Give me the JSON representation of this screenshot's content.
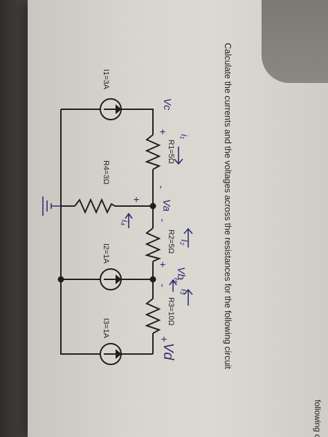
{
  "heading": "Calculate the currents and the voltages across the resistances for the following circuit",
  "bottom_fragment": "following circuit",
  "components": {
    "i1": "I1=3A",
    "r1": "R1=5Ω",
    "r2": "R2=5Ω",
    "r3": "R3=10Ω",
    "r4": "R4=3Ω",
    "i2": "I2=1A",
    "i3": "I3=1A"
  },
  "handwriting": {
    "vc": "Vc",
    "va": "Va",
    "vb": "Vb",
    "vd": "Vd",
    "i1": "i₁",
    "i2": "I₂",
    "i3": "i₃",
    "i4": "i₄",
    "i5": "i₅",
    "plus": "+",
    "minus": "-"
  },
  "colors": {
    "ink": "#2b2e6f",
    "print": "#1e1e1e",
    "paper": "#d9d6d0"
  }
}
